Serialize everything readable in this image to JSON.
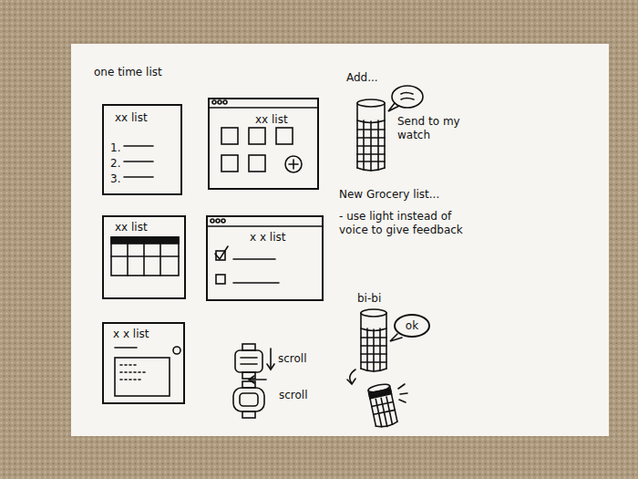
{
  "diagram": {
    "title": "one time list",
    "nodes": [
      {
        "text": [
          "xx list",
          "1.",
          "2.",
          "3."
        ]
      },
      {
        "text": [
          "xx list"
        ]
      },
      {
        "text": [
          "xx list"
        ]
      },
      {
        "text": [
          "x x list"
        ]
      },
      {
        "text": [
          "x x list"
        ]
      },
      {
        "text": [
          "ok"
        ]
      }
    ],
    "labels": [
      "scroll",
      "scroll",
      "Add...",
      "Send to my watch",
      "New Grocery list...",
      "- use light instead of voice to give feedback",
      "bi-bi"
    ]
  }
}
